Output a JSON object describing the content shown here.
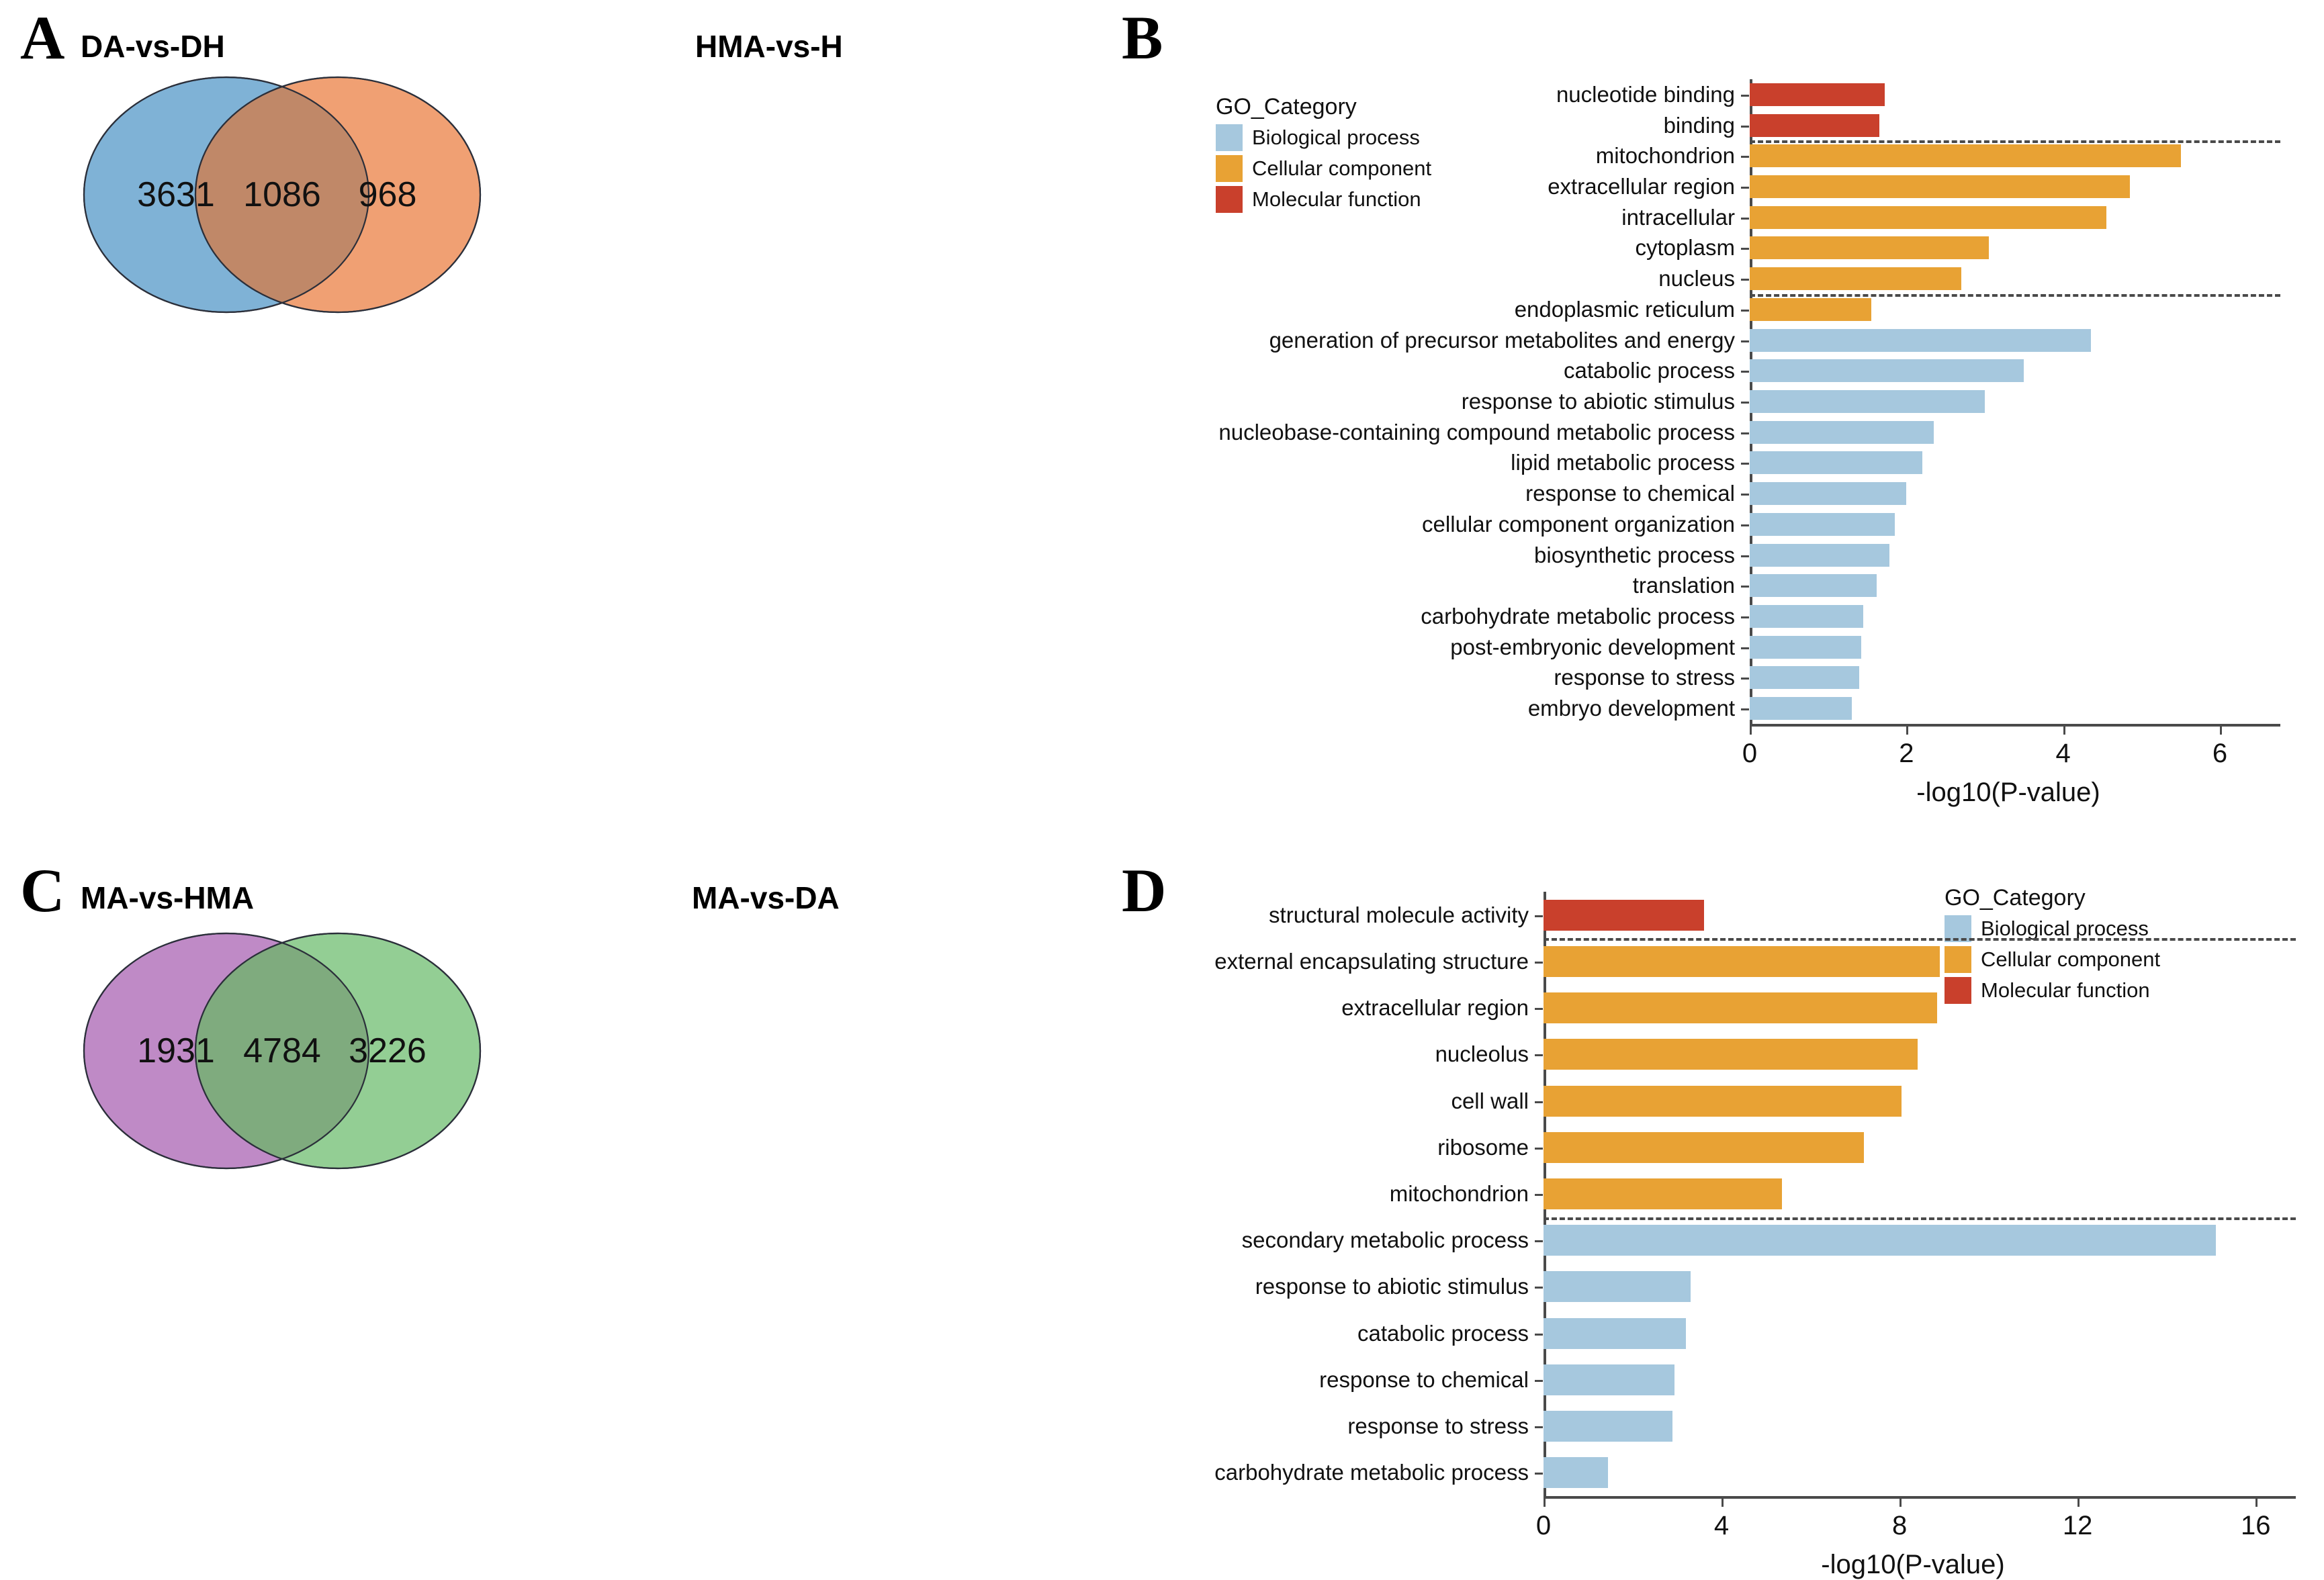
{
  "figure": {
    "panels": [
      "A",
      "B",
      "C",
      "D"
    ]
  },
  "panelA": {
    "label": "A",
    "type": "venn",
    "left_title": "DA-vs-DH",
    "right_title": "HMA-vs-H",
    "left_only": "3631",
    "intersection": "1086",
    "right_only": "968",
    "left_color": "#7fb2d6",
    "right_color": "#f0a073",
    "overlap_color": "#c08868",
    "stroke_color": "#2b2f3a"
  },
  "panelC": {
    "label": "C",
    "type": "venn",
    "left_title": "MA-vs-HMA",
    "right_title": "MA-vs-DA",
    "left_only": "1931",
    "intersection": "4784",
    "right_only": "3226",
    "left_color": "#bf8ac6",
    "right_color": "#93ce94",
    "overlap_color": "#7fab7e",
    "stroke_color": "#2b2f3a"
  },
  "legend": {
    "title": "GO_Category",
    "items": [
      {
        "label": "Biological process",
        "color": "#a6c8de"
      },
      {
        "label": "Cellular component",
        "color": "#e8a234"
      },
      {
        "label": "Molecular function",
        "color": "#c9402c"
      }
    ]
  },
  "chart_data": [
    {
      "panel": "B",
      "type": "bar",
      "orientation": "horizontal",
      "title": "",
      "xlabel": "-log10(P-value)",
      "ylabel": "",
      "xlim": [
        0,
        6.6
      ],
      "xticks": [
        0,
        2,
        4,
        6
      ],
      "xtick_labels": [
        "0",
        "2",
        "4",
        "6"
      ],
      "grid": false,
      "legend_position": "left-outside",
      "group_separators": [
        2,
        7
      ],
      "categories": [
        "nucleotide binding",
        "binding",
        "mitochondrion",
        "extracellular region",
        "intracellular",
        "cytoplasm",
        "nucleus",
        "endoplasmic reticulum",
        "generation of precursor metabolites and energy",
        "catabolic process",
        "response to abiotic stimulus",
        "nucleobase-containing compound metabolic process",
        "lipid metabolic process",
        "response to chemical",
        "cellular component organization",
        "biosynthetic process",
        "translation",
        "carbohydrate metabolic process",
        "post-embryonic development",
        "response to stress",
        "embryo development"
      ],
      "values": [
        1.72,
        1.65,
        5.5,
        4.85,
        4.55,
        3.05,
        2.7,
        1.55,
        4.35,
        3.5,
        3.0,
        2.35,
        2.2,
        2.0,
        1.85,
        1.78,
        1.62,
        1.45,
        1.42,
        1.4,
        1.3
      ],
      "group": [
        "Molecular function",
        "Molecular function",
        "Cellular component",
        "Cellular component",
        "Cellular component",
        "Cellular component",
        "Cellular component",
        "Cellular component",
        "Biological process",
        "Biological process",
        "Biological process",
        "Biological process",
        "Biological process",
        "Biological process",
        "Biological process",
        "Biological process",
        "Biological process",
        "Biological process",
        "Biological process",
        "Biological process",
        "Biological process"
      ]
    },
    {
      "panel": "D",
      "type": "bar",
      "orientation": "horizontal",
      "title": "",
      "xlabel": "-log10(P-value)",
      "ylabel": "",
      "xlim": [
        0,
        16.6
      ],
      "xticks": [
        0,
        4,
        8,
        12,
        16
      ],
      "xtick_labels": [
        "0",
        "4",
        "8",
        "12",
        "16"
      ],
      "grid": false,
      "legend_position": "right-outside",
      "group_separators": [
        1,
        7
      ],
      "categories": [
        "structural molecule activity",
        "external encapsulating structure",
        "extracellular region",
        "nucleolus",
        "cell wall",
        "ribosome",
        "mitochondrion",
        "secondary metabolic process",
        "response to abiotic stimulus",
        "catabolic process",
        "response to chemical",
        "response to stress",
        "carbohydrate metabolic process"
      ],
      "values": [
        3.6,
        8.9,
        8.85,
        8.4,
        8.05,
        7.2,
        5.35,
        15.1,
        3.3,
        3.2,
        2.95,
        2.9,
        1.45
      ],
      "group": [
        "Molecular function",
        "Cellular component",
        "Cellular component",
        "Cellular component",
        "Cellular component",
        "Cellular component",
        "Cellular component",
        "Biological process",
        "Biological process",
        "Biological process",
        "Biological process",
        "Biological process",
        "Biological process"
      ]
    }
  ]
}
